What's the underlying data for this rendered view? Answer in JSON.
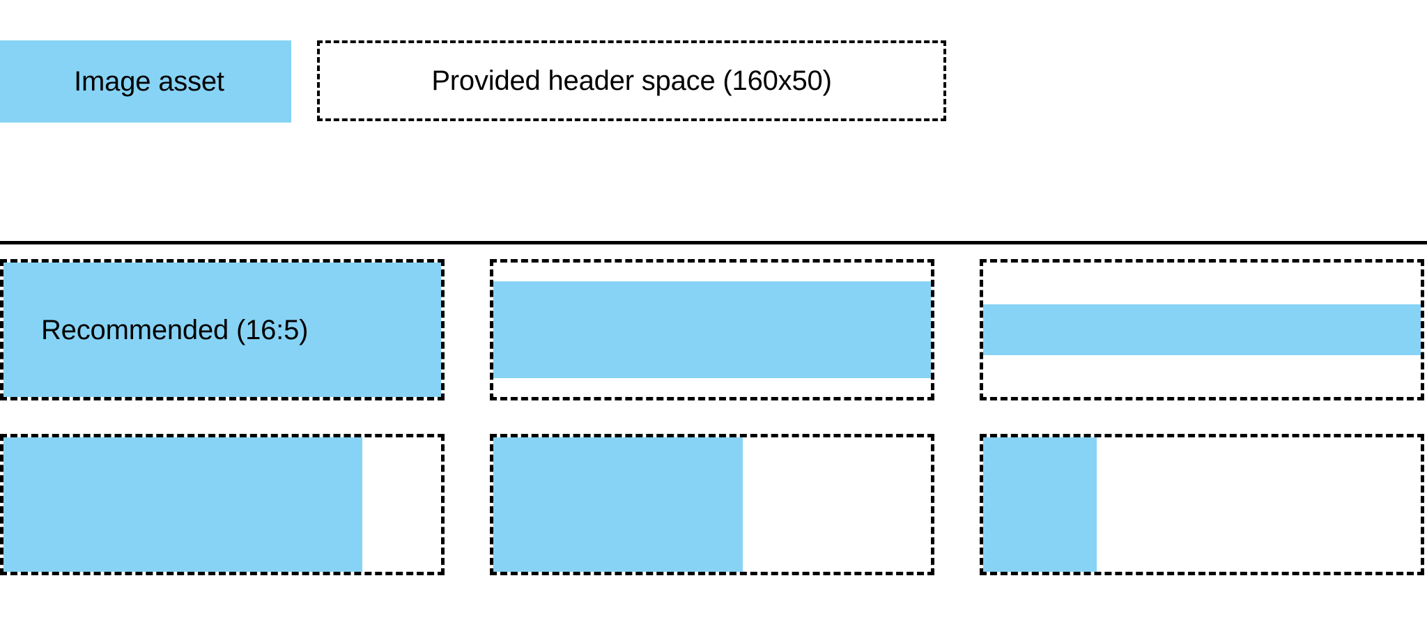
{
  "legend": {
    "asset_label": "Image asset",
    "space_label": "Provided header space (160x50)",
    "asset_color": "#87d3f5",
    "space_border_color": "#000000"
  },
  "divider": {
    "color": "#000000"
  },
  "samples": {
    "rows": [
      {
        "row_name": "vertical-fit-examples",
        "cells": [
          {
            "label": "Recommended (16:5)",
            "fill_height_pct": 100,
            "fill_width_pct": 100,
            "recommended": true
          },
          {
            "label": "",
            "fill_height_pct": 72,
            "fill_width_pct": 100,
            "recommended": false
          },
          {
            "label": "",
            "fill_height_pct": 38,
            "fill_width_pct": 100,
            "recommended": false
          }
        ]
      },
      {
        "row_name": "horizontal-fit-examples",
        "cells": [
          {
            "label": "",
            "fill_height_pct": 100,
            "fill_width_pct": 82,
            "recommended": false
          },
          {
            "label": "",
            "fill_height_pct": 100,
            "fill_width_pct": 57,
            "recommended": false
          },
          {
            "label": "",
            "fill_height_pct": 100,
            "fill_width_pct": 26,
            "recommended": false
          }
        ]
      }
    ]
  }
}
